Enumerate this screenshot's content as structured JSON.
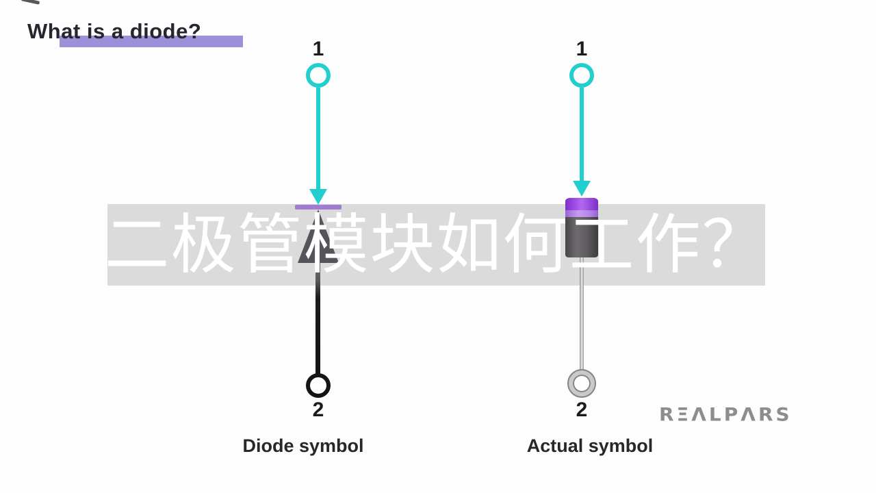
{
  "title": {
    "text": "What is a diode?",
    "highlight_color": "#9a91d9"
  },
  "overlay": {
    "subtitle": "二极管模块如何工作？",
    "band_color": "#dbdbdb",
    "text_color": "#ffffff"
  },
  "diagram": {
    "left": {
      "terminal_top": "1",
      "terminal_bottom": "2",
      "caption": "Diode symbol"
    },
    "right": {
      "terminal_top": "1",
      "terminal_bottom": "2",
      "caption": "Actual symbol"
    }
  },
  "colors": {
    "arrow_cyan": "#22cfcf",
    "cathode_bar_purple": "#a27cd2",
    "anode_triangle_gray": "#56535b",
    "diode_cap_purple": "#9b48e0",
    "diode_body_gray": "#5f5c5f",
    "lead_black": "#141414",
    "wire_silver": "#cfcfcf",
    "logo_gray": "#8d8d8d"
  },
  "logo": {
    "text": "REALPARS",
    "display": "RΞΛLPΛRS"
  }
}
